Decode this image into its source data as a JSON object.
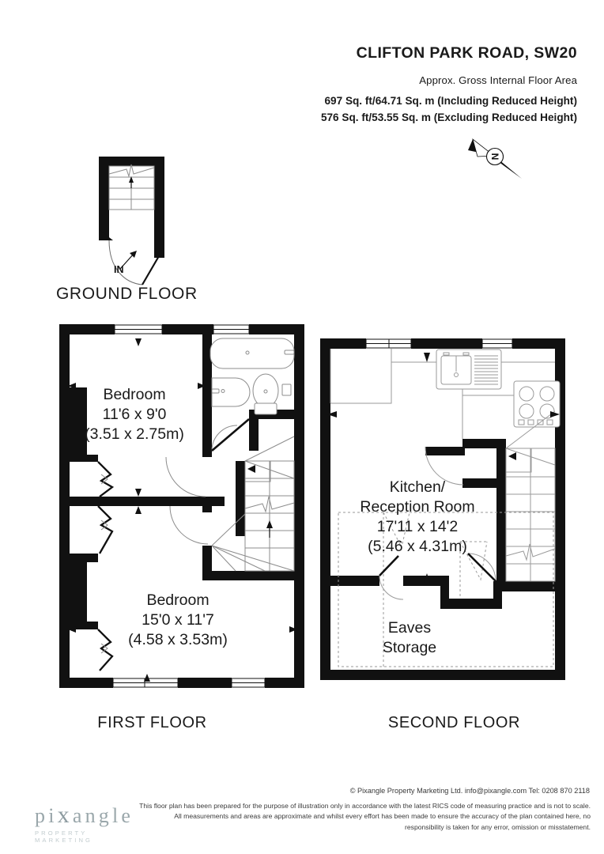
{
  "header": {
    "title": "CLIFTON PARK ROAD, SW20",
    "subtitle": "Approx. Gross Internal Floor Area",
    "area_including": "697 Sq. ft/64.71 Sq. m (Including Reduced Height)",
    "area_excluding": "576 Sq. ft/53.55 Sq. m (Excluding Reduced Height)",
    "compass_letter": "N"
  },
  "floors": {
    "ground": {
      "label": "GROUND FLOOR",
      "entry_marker": "IN"
    },
    "first": {
      "label": "FIRST FLOOR",
      "rooms": [
        {
          "name": "Bedroom",
          "dim_imperial": "11'6 x 9'0",
          "dim_metric": "(3.51 x 2.75m)"
        },
        {
          "name": "Bedroom",
          "dim_imperial": "15'0 x 11'7",
          "dim_metric": "(4.58 x 3.53m)"
        }
      ]
    },
    "second": {
      "label": "SECOND FLOOR",
      "rooms": [
        {
          "name_line1": "Kitchen/",
          "name_line2": "Reception Room",
          "dim_imperial": "17'11 x 14'2",
          "dim_metric": "(5.46 x 4.31m)"
        },
        {
          "name_line1": "Eaves",
          "name_line2": "Storage"
        }
      ]
    }
  },
  "footer": {
    "copyright": "© Pixangle Property Marketing Ltd. info@pixangle.com Tel: 0208 870 2118",
    "disclaimer": "This floor plan has been prepared for the purpose of illustration only in accordance with the latest RICS code of measuring practice and is not to scale. All measurements and areas are approximate and whilst every effort has been made to ensure the accuracy of the plan contained here, no responsibility is taken for any error, omission or misstatement.",
    "logo_pre": "pi",
    "logo_x": "x",
    "logo_post": "angle",
    "logo_tagline": "PROPERTY MARKETING"
  },
  "colors": {
    "wall": "#111111",
    "fixture_line": "#8c8c8c",
    "page_bg": "#ffffff",
    "text": "#1a1a1a",
    "logo": "#9aa7ab"
  }
}
